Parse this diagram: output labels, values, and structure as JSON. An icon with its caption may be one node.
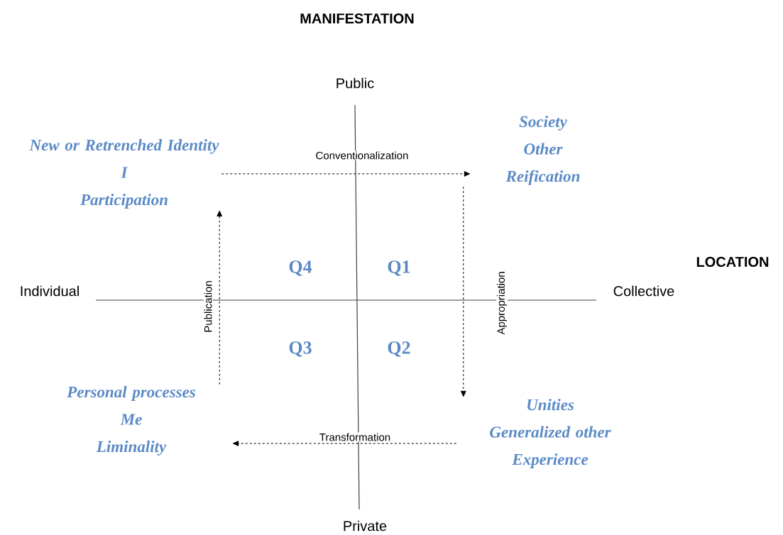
{
  "diagram": {
    "nodes": [
      {
        "text": [
          "New or Retrenched Identity",
          "I",
          "Participation"
        ]
      },
      {
        "text": [
          "Society",
          "Other",
          "Reification"
        ]
      },
      {
        "text": [
          "Unities",
          "Generalized other",
          "Experience"
        ]
      },
      {
        "text": [
          "Personal processes",
          "Me",
          "Liminality"
        ]
      }
    ],
    "edges": [
      {
        "from": 0,
        "to": 1,
        "arrow": "to",
        "label": "Conventionalization",
        "style": "dashed"
      },
      {
        "from": 1,
        "to": 2,
        "arrow": "to",
        "label": "Appropriation",
        "style": "dashed"
      },
      {
        "from": 2,
        "to": 3,
        "arrow": "to",
        "label": "Transformation",
        "style": "dashed"
      },
      {
        "from": 3,
        "to": 0,
        "arrow": "to",
        "label": "Publication",
        "style": "dashed"
      }
    ],
    "labels": [
      "MANIFESTATION",
      "Public",
      "LOCATION",
      "Individual",
      "Collective",
      "Q4",
      "Q1",
      "Q3",
      "Q2",
      "Private"
    ]
  }
}
